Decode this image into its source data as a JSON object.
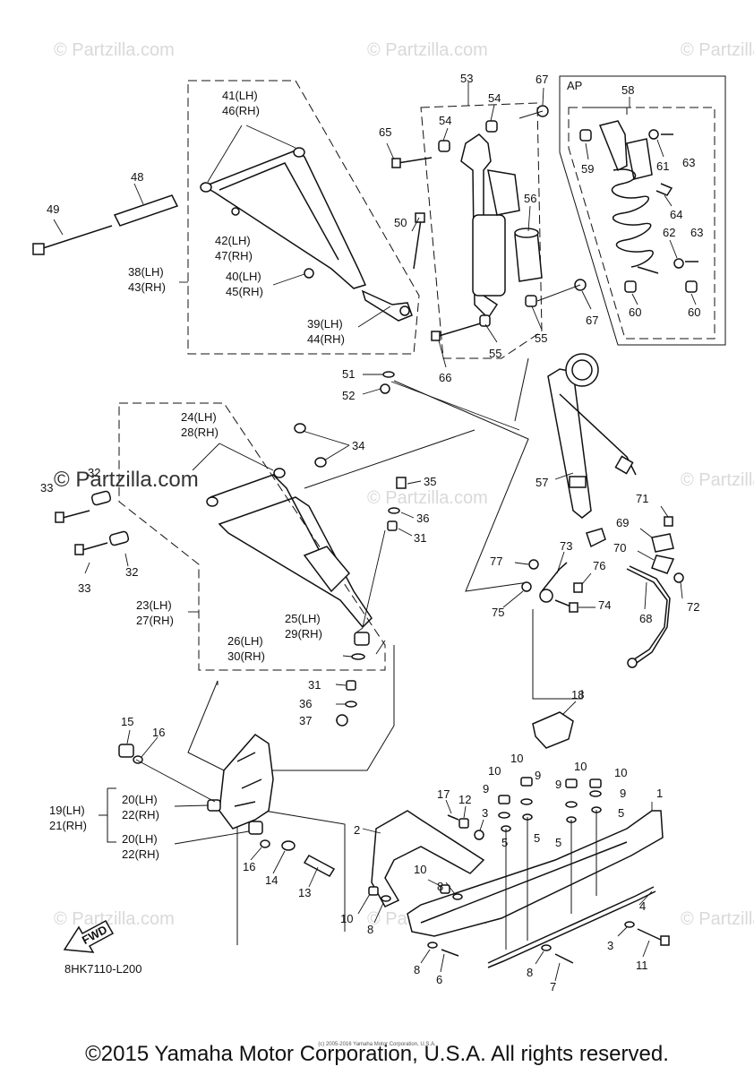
{
  "watermark_text": "© Partzilla.com",
  "overlay_watermark": "© Partzilla.com",
  "diagram_code": "8HK7110-L200",
  "ap_label": "AP",
  "fwd_label": "FWD",
  "copyright": "©2015 Yamaha Motor Corporation, U.S.A. All rights reserved.",
  "tiny_copyright": "(c) 2005-2016 Yamaha Motor Corporation, U.S.A.",
  "labels": {
    "l41": "41(LH)",
    "l46": "46(RH)",
    "l42": "42(LH)",
    "l47": "47(RH)",
    "l38": "38(LH)",
    "l43": "43(RH)",
    "l40": "40(LH)",
    "l45": "45(RH)",
    "l39": "39(LH)",
    "l44": "44(RH)",
    "l24": "24(LH)",
    "l28": "28(RH)",
    "l23": "23(LH)",
    "l27": "27(RH)",
    "l25": "25(LH)",
    "l29": "29(RH)",
    "l26": "26(LH)",
    "l30": "30(RH)",
    "l19": "19(LH)",
    "l21": "21(RH)",
    "l20a": "20(LH)",
    "l22a": "22(RH)",
    "l20b": "20(LH)",
    "l22b": "22(RH)"
  },
  "part_numbers": {
    "p48": "48",
    "p49": "49",
    "p50": "50",
    "p51": "51",
    "p52": "52",
    "p53": "53",
    "p54a": "54",
    "p54b": "54",
    "p65": "65",
    "p67a": "67",
    "p67b": "67",
    "p56": "56",
    "p55a": "55",
    "p55b": "55",
    "p66": "66",
    "p58": "58",
    "p59": "59",
    "p61": "61",
    "p63a": "63",
    "p64": "64",
    "p62": "62",
    "p63b": "63",
    "p60a": "60",
    "p60b": "60",
    "p34": "34",
    "p32a": "32",
    "p33a": "33",
    "p33b": "33",
    "p32b": "32",
    "p35": "35",
    "p36a": "36",
    "p31a": "31",
    "p31b": "31",
    "p36b": "36",
    "p37": "37",
    "p57": "57",
    "p71": "71",
    "p69": "69",
    "p70": "70",
    "p72": "72",
    "p68": "68",
    "p73": "73",
    "p77": "77",
    "p76": "76",
    "p75": "75",
    "p74": "74",
    "p15": "15",
    "p16a": "16",
    "p16b": "16",
    "p14": "14",
    "p13": "13",
    "p18": "18",
    "p17": "17",
    "p12": "12",
    "p3a": "3",
    "p2": "2",
    "p10a": "10",
    "p10b": "10",
    "p10c": "10",
    "p10d": "10",
    "p10e": "10",
    "p10f": "10",
    "p9a": "9",
    "p9b": "9",
    "p9c": "9",
    "p9d": "9",
    "p5a": "5",
    "p5b": "5",
    "p5c": "5",
    "p5d": "5",
    "p1": "1",
    "p4": "4",
    "p3b": "3",
    "p11": "11",
    "p8a": "8",
    "p8b": "8",
    "p8c": "8",
    "p8d": "8",
    "p6": "6",
    "p7": "7"
  }
}
